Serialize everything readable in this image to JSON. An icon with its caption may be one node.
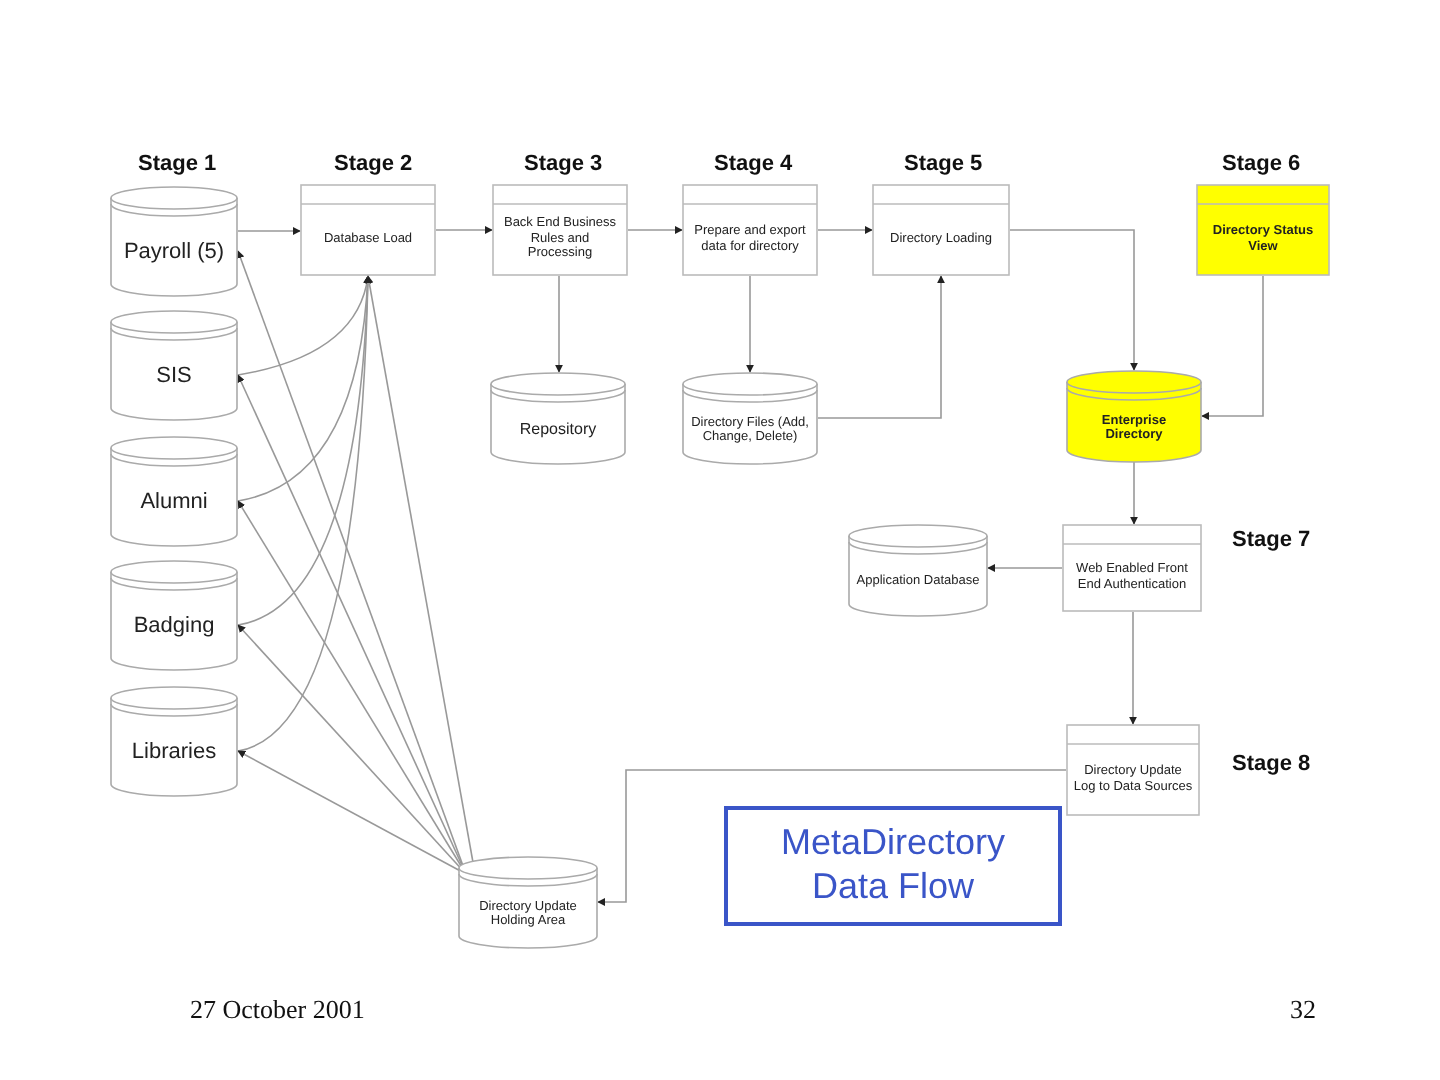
{
  "diagram": {
    "title": "MetaDirectory Data Flow",
    "nodes": [
      {
        "text": [
          "Payroll (5)"
        ]
      },
      {
        "text": [
          "SIS"
        ]
      },
      {
        "text": [
          "Alumni"
        ]
      },
      {
        "text": [
          "Badging"
        ]
      },
      {
        "text": [
          "Libraries"
        ]
      },
      {
        "text": [
          "Database Load"
        ]
      },
      {
        "text": [
          "Back End Business Rules and Processing"
        ]
      },
      {
        "text": [
          "Prepare and export data for directory"
        ]
      },
      {
        "text": [
          "Directory Loading"
        ]
      },
      {
        "text": [
          "Directory Status View"
        ]
      },
      {
        "text": [
          "Repository"
        ]
      },
      {
        "text": [
          "Directory Files (Add, Change, Delete)"
        ]
      },
      {
        "text": [
          "Enterprise Directory"
        ]
      },
      {
        "text": [
          "Application Database"
        ]
      },
      {
        "text": [
          "Web Enabled Front End Authentication"
        ]
      },
      {
        "text": [
          "Directory Update Log to Data Sources"
        ]
      },
      {
        "text": [
          "Directory Update Holding Area"
        ]
      }
    ],
    "edges": [
      {
        "from": 0,
        "to": 5,
        "arrow": "to"
      },
      {
        "from": 1,
        "to": 5,
        "arrow": "to"
      },
      {
        "from": 2,
        "to": 5,
        "arrow": "to"
      },
      {
        "from": 3,
        "to": 5,
        "arrow": "to"
      },
      {
        "from": 4,
        "to": 5,
        "arrow": "to"
      },
      {
        "from": 16,
        "to": 0,
        "arrow": "to"
      },
      {
        "from": 16,
        "to": 1,
        "arrow": "to"
      },
      {
        "from": 16,
        "to": 2,
        "arrow": "to"
      },
      {
        "from": 16,
        "to": 3,
        "arrow": "to"
      },
      {
        "from": 16,
        "to": 4,
        "arrow": "to"
      },
      {
        "from": 16,
        "to": 5,
        "arrow": "to"
      },
      {
        "from": 5,
        "to": 6,
        "arrow": "to"
      },
      {
        "from": 6,
        "to": 7,
        "arrow": "to"
      },
      {
        "from": 7,
        "to": 8,
        "arrow": "to"
      },
      {
        "from": 6,
        "to": 10,
        "arrow": "to"
      },
      {
        "from": 7,
        "to": 11,
        "arrow": "to"
      },
      {
        "from": 11,
        "to": 8,
        "arrow": "to"
      },
      {
        "from": 8,
        "to": 12,
        "arrow": "to"
      },
      {
        "from": 9,
        "to": 12,
        "arrow": "to"
      },
      {
        "from": 12,
        "to": 14,
        "arrow": "to"
      },
      {
        "from": 14,
        "to": 13,
        "arrow": "to"
      },
      {
        "from": 14,
        "to": 15,
        "arrow": "to"
      },
      {
        "from": 15,
        "to": 16,
        "arrow": "to"
      }
    ],
    "labels": [
      "Stage 1",
      "Stage 2",
      "Stage 3",
      "Stage 4",
      "Stage 5",
      "Stage 6",
      "Stage 7",
      "Stage 8",
      "27 October 2001",
      "32"
    ]
  }
}
